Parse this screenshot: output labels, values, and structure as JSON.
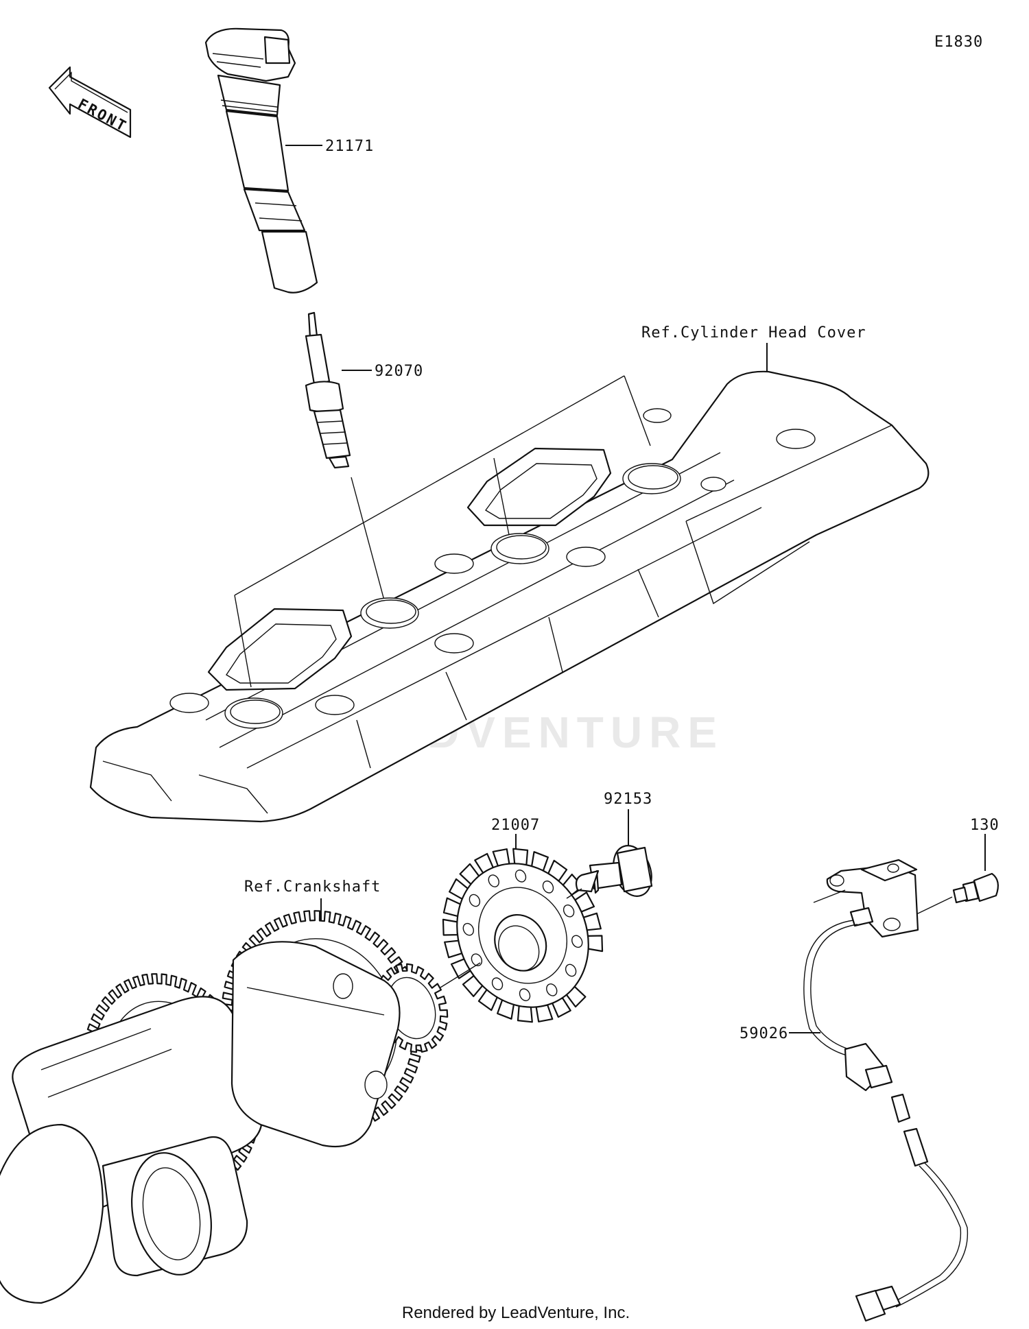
{
  "diagram_code": "E1830",
  "front_label": "FRONT",
  "watermark": "LEADVENTURE",
  "footer": "Rendered by LeadVenture, Inc.",
  "refs": {
    "cylinder_head_cover": "Ref.Cylinder Head Cover",
    "crankshaft": "Ref.Crankshaft"
  },
  "callouts": [
    {
      "id": "ignition-coil",
      "part_number": "21171"
    },
    {
      "id": "spark-plug",
      "part_number": "92070"
    },
    {
      "id": "timing-rotor",
      "part_number": "21007"
    },
    {
      "id": "flange-bolt",
      "part_number": "92153"
    },
    {
      "id": "sensor-bolt",
      "part_number": "130"
    },
    {
      "id": "crank-sensor",
      "part_number": "59026"
    }
  ]
}
